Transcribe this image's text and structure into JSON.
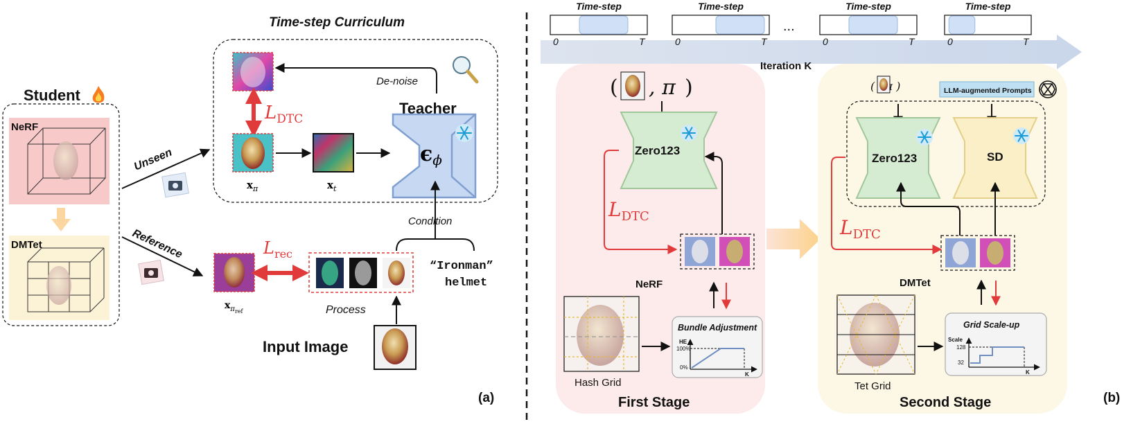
{
  "left_panel": {
    "section_title": "Time-step Curriculum",
    "student_label": "Student",
    "nerf_label": "NeRF",
    "dmtet_label": "DMTet",
    "unseen_label": "Unseen",
    "reference_label": "Reference",
    "denoise_label": "De-noise",
    "dtc_loss": {
      "base": "L",
      "sub": "DTC"
    },
    "x_pi": {
      "base": "x",
      "sub": "π"
    },
    "x_t": {
      "base": "x",
      "sub": "t"
    },
    "teacher_label": "Teacher",
    "eps_phi": {
      "base": "ϵ",
      "sub": "ϕ"
    },
    "condition_label": "Condition",
    "rec_loss": {
      "base": "L",
      "sub": "rec"
    },
    "x_pi_ref": {
      "base": "x",
      "sub": "π",
      "subsub": "ref"
    },
    "process_label": "Process",
    "prompt_line1": "“Ironman”",
    "prompt_line2": "helmet",
    "input_image_label": "Input Image",
    "panel_tag": "(a)"
  },
  "right_panel": {
    "timesteps": [
      {
        "label": "Time-step",
        "start": "0",
        "end": "T",
        "hi_from": 0.3,
        "hi_to": 0.8
      },
      {
        "label": "Time-step",
        "start": "0",
        "end": "T",
        "hi_from": 0.45,
        "hi_to": 0.95
      },
      {
        "label": "Time-step",
        "start": "0",
        "end": "T",
        "hi_from": 0.3,
        "hi_to": 0.8
      },
      {
        "label": "Time-step",
        "start": "0",
        "end": "T",
        "hi_from": 0.05,
        "hi_to": 0.35
      }
    ],
    "ellipsis": "...",
    "iteration_label": "Iteration K",
    "first_stage": {
      "title": "First Stage",
      "cond_open": "(",
      "cond_pi": ", π",
      "cond_close": ")",
      "model": "Zero123",
      "dtc_loss": {
        "base": "L",
        "sub": "DTC"
      },
      "representation": "NeRF",
      "grid_label": "Hash Grid",
      "adjust_title": "Bundle Adjustment",
      "adjust_y_axis": "HE",
      "adjust_y_top": "100%",
      "adjust_y_bottom": "0%",
      "adjust_x_axis": "K"
    },
    "second_stage": {
      "title": "Second Stage",
      "cond_text": "(    , π )",
      "llm_prompts": "LLM-augmented Prompts",
      "model_a": "Zero123",
      "model_b": "SD",
      "dtc_loss": {
        "base": "L",
        "sub": "DTC"
      },
      "representation": "DMTet",
      "grid_label": "Tet Grid",
      "scale_title": "Grid Scale-up",
      "scale_y_axis": "Scale",
      "scale_y_top": "128",
      "scale_y_bottom": "32",
      "scale_x_axis": "K"
    },
    "panel_tag": "(b)"
  },
  "colors": {
    "loss_red": "#e03a3a",
    "teacher_blue": "#c7d8f2",
    "teacher_stroke": "#7f9fd0",
    "zero123_green": "#d6ecd2",
    "zero123_stroke": "#9fc79a",
    "sd_yellow": "#fbefc7",
    "sd_stroke": "#e3cf87",
    "stage1_bg": "#fdeaea",
    "stage2_bg": "#fdf7e6",
    "nerf_pink": "#f8c9c9",
    "dmtet_cream": "#fcf2d6",
    "timestep_fill": "#cfe0f7",
    "llm_box": "#bfe0f2"
  },
  "icons": {
    "fire": "fire-icon",
    "camera": "camera-icon",
    "magnifier": "magnifier-icon",
    "snowflake": "snowflake-icon",
    "openai": "openai-logo-icon"
  }
}
